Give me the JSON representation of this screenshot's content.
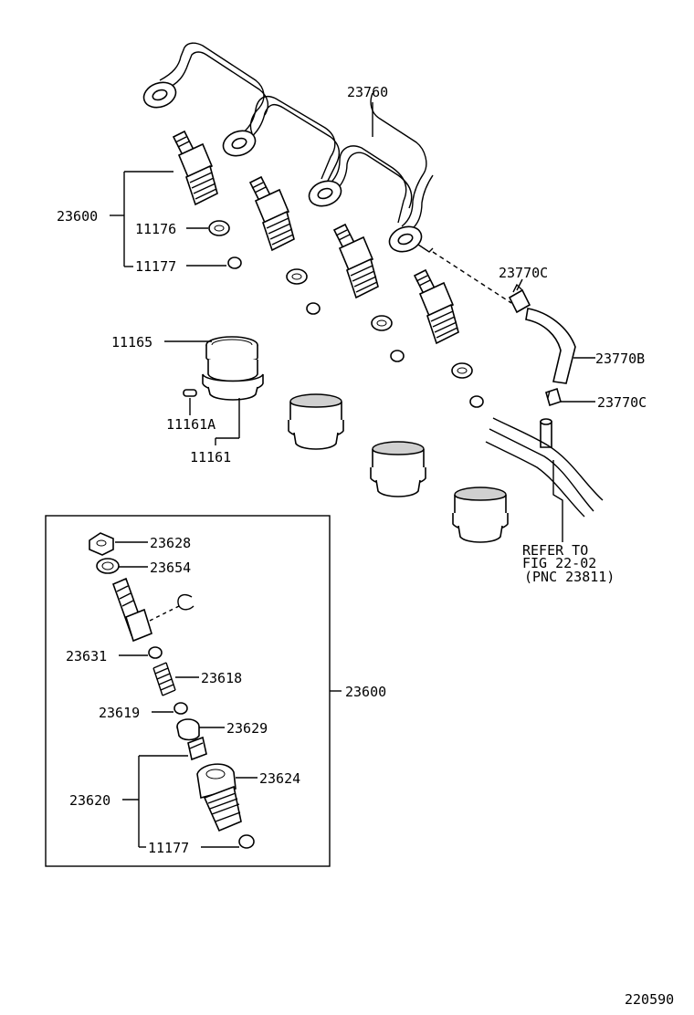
{
  "diagram_id": "220590",
  "labels": {
    "injection_pipe": "23760",
    "nozzle_holder_top": "23600",
    "gasket_11176": "11176",
    "gasket_11177_top": "11177",
    "seal_11165": "11165",
    "seal_11161a": "11161A",
    "seal_11161": "11161",
    "clamp_23770c_a": "23770C",
    "hose_23770b": "23770B",
    "clamp_23770c_b": "23770C",
    "refer_line1": "REFER TO",
    "refer_line2": "FIG 22-02",
    "refer_line3": "(PNC 23811)",
    "nut_23628": "23628",
    "washer_23654": "23654",
    "pin_23631": "23631",
    "spring_23618": "23618",
    "ball_23619": "23619",
    "spacer_23629": "23629",
    "nozzle_23620": "23620",
    "body_23624": "23624",
    "gasket_11177_bottom": "11177",
    "nozzle_holder_box": "23600"
  }
}
